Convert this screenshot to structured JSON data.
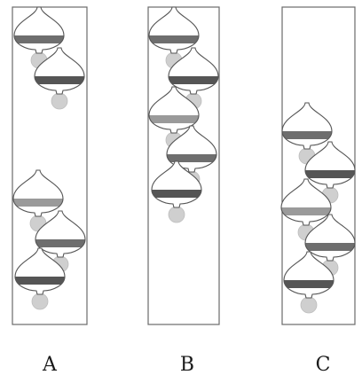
{
  "colors": {
    "box_stroke": "#6a6a6a",
    "bulb_outline": "#555555",
    "liquid_dark": "#555555",
    "liquid_mid": "#6e6e6e",
    "liquid_light": "#9a9a9a",
    "bulb_fill": "#ffffff",
    "drop_fill": "#cfcfcf"
  },
  "panels": [
    {
      "label": "A",
      "bulbs": [
        {
          "shade": "mid"
        },
        {
          "shade": "dark"
        },
        {
          "shade": "light"
        },
        {
          "shade": "mid"
        },
        {
          "shade": "dark"
        }
      ]
    },
    {
      "label": "B",
      "bulbs": [
        {
          "shade": "mid"
        },
        {
          "shade": "dark"
        },
        {
          "shade": "light"
        },
        {
          "shade": "mid"
        },
        {
          "shade": "dark"
        }
      ]
    },
    {
      "label": "C",
      "bulbs": [
        {
          "shade": "mid"
        },
        {
          "shade": "dark"
        },
        {
          "shade": "light"
        },
        {
          "shade": "mid"
        },
        {
          "shade": "dark"
        }
      ]
    }
  ]
}
